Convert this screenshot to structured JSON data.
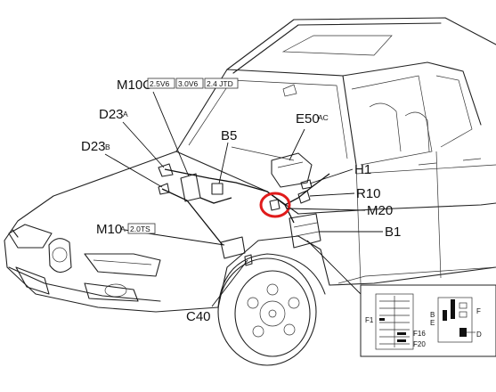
{
  "labels": {
    "m10c": "M10C",
    "d23a_main": "D23",
    "d23a_suffix": "A",
    "d23b_main": "D23",
    "d23b_suffix": "B",
    "b5": "B5",
    "e50_main": "E50",
    "e50_suffix": "AC",
    "h1": "H1",
    "r10": "R10",
    "m20": "M20",
    "b1": "B1",
    "m10a_main": "M10",
    "m10a_suffix": "A",
    "c40": "C40"
  },
  "variants": {
    "m10c": [
      "2.5V6",
      "3.0V6",
      "2.4 JTD"
    ],
    "m10a": [
      "2.0TS"
    ]
  },
  "inset": {
    "left_labels": [
      "F1",
      "F16",
      "F20"
    ],
    "right_labels": [
      "B",
      "E",
      "F",
      "D"
    ]
  },
  "colors": {
    "highlight": "#e01b1b",
    "line": "#222222"
  }
}
